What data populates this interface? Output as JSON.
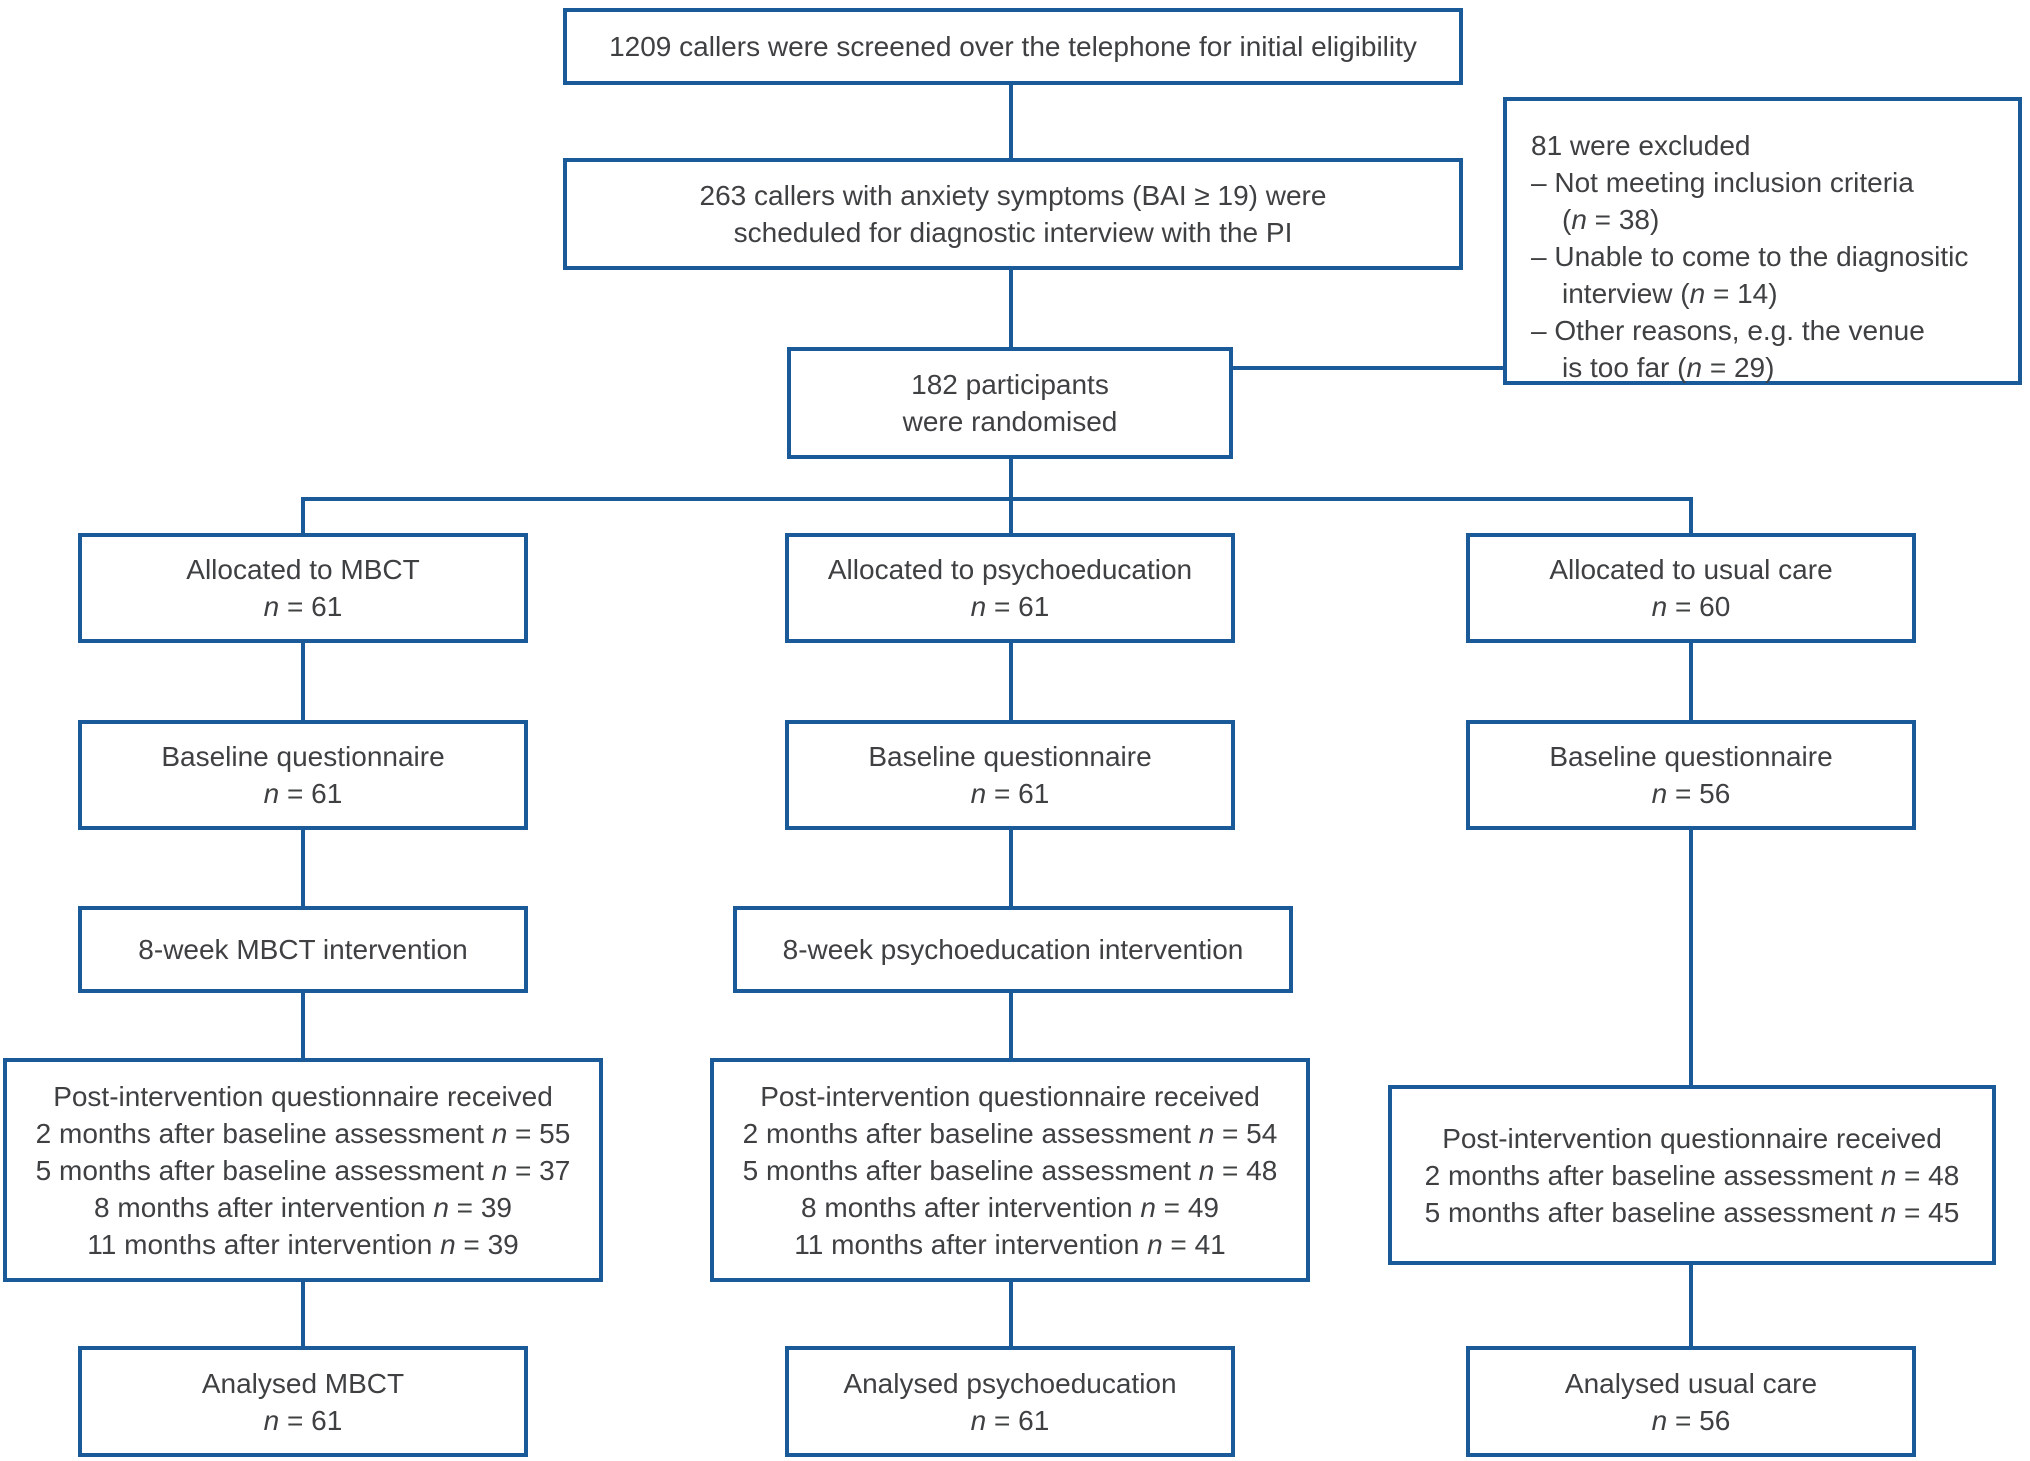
{
  "palette": {
    "line_blue": "#1a5a99",
    "text_color": "#3f4042",
    "background": "#ffffff"
  },
  "flow": {
    "screened": {
      "text": "1209 callers were screened over the telephone for initial eligibility"
    },
    "scheduled": {
      "line1": "263 callers with anxiety symptoms (BAI ≥ 19) were",
      "line2": "scheduled for diagnostic interview with the PI"
    },
    "excluded": {
      "title": "81 were excluded",
      "rows": [
        [
          {
            "t": "– Not meeting inclusion criteria"
          }
        ],
        [
          {
            "t": "("
          },
          {
            "t": "n",
            "it": true
          },
          {
            "t": " = 38)"
          }
        ],
        [
          {
            "t": "– Unable to come to the diagnositic"
          }
        ],
        [
          {
            "t": "interview ("
          },
          {
            "t": "n",
            "it": true
          },
          {
            "t": " = 14)"
          }
        ],
        [
          {
            "t": "– Other reasons, e.g. the venue"
          }
        ],
        [
          {
            "t": "is too far ("
          },
          {
            "t": "n",
            "it": true
          },
          {
            "t": " = 29)"
          }
        ]
      ]
    },
    "randomised": {
      "line1": "182 participants",
      "line2": "were randomised"
    },
    "columns": [
      {
        "key": "mbct",
        "allocated": {
          "label": "Allocated to MBCT",
          "n": [
            {
              "t": "n",
              "it": true
            },
            {
              "t": " = 61"
            }
          ]
        },
        "baseline": {
          "label": "Baseline questionnaire",
          "n": [
            {
              "t": "n",
              "it": true
            },
            {
              "t": " = 61"
            }
          ]
        },
        "intervention": {
          "label": "8-week MBCT intervention"
        },
        "post": {
          "title": "Post-intervention questionnaire received",
          "lines": [
            [
              {
                "t": "2 months after baseline assessment "
              },
              {
                "t": "n",
                "it": true
              },
              {
                "t": " = 55"
              }
            ],
            [
              {
                "t": "5 months after baseline assessment "
              },
              {
                "t": "n",
                "it": true
              },
              {
                "t": " = 37"
              }
            ],
            [
              {
                "t": "8 months after intervention "
              },
              {
                "t": "n",
                "it": true
              },
              {
                "t": " = 39"
              }
            ],
            [
              {
                "t": "11 months after intervention "
              },
              {
                "t": "n",
                "it": true
              },
              {
                "t": " = 39"
              }
            ]
          ]
        },
        "analysed": {
          "label": "Analysed MBCT",
          "n": [
            {
              "t": "n",
              "it": true
            },
            {
              "t": " = 61"
            }
          ]
        }
      },
      {
        "key": "psychoeducation",
        "allocated": {
          "label": "Allocated to psychoeducation",
          "n": [
            {
              "t": "n",
              "it": true
            },
            {
              "t": " = 61"
            }
          ]
        },
        "baseline": {
          "label": "Baseline questionnaire",
          "n": [
            {
              "t": "n",
              "it": true
            },
            {
              "t": " = 61"
            }
          ]
        },
        "intervention": {
          "label": "8-week psychoeducation intervention"
        },
        "post": {
          "title": "Post-intervention questionnaire received",
          "lines": [
            [
              {
                "t": "2 months after baseline assessment "
              },
              {
                "t": "n",
                "it": true
              },
              {
                "t": " = 54"
              }
            ],
            [
              {
                "t": "5 months after baseline assessment "
              },
              {
                "t": "n",
                "it": true
              },
              {
                "t": " = 48"
              }
            ],
            [
              {
                "t": "8 months after intervention "
              },
              {
                "t": "n",
                "it": true
              },
              {
                "t": " = 49"
              }
            ],
            [
              {
                "t": "11 months after intervention "
              },
              {
                "t": "n",
                "it": true
              },
              {
                "t": " = 41"
              }
            ]
          ]
        },
        "analysed": {
          "label": "Analysed psychoeducation",
          "n": [
            {
              "t": "n",
              "it": true
            },
            {
              "t": " = 61"
            }
          ]
        }
      },
      {
        "key": "usual-care",
        "allocated": {
          "label": "Allocated to usual care",
          "n": [
            {
              "t": "n",
              "it": true
            },
            {
              "t": " = 60"
            }
          ]
        },
        "baseline": {
          "label": "Baseline questionnaire",
          "n": [
            {
              "t": "n",
              "it": true
            },
            {
              "t": " = 56"
            }
          ]
        },
        "post": {
          "title": "Post-intervention questionnaire received",
          "lines": [
            [
              {
                "t": "2 months after baseline assessment "
              },
              {
                "t": "n",
                "it": true
              },
              {
                "t": " = 48"
              }
            ],
            [
              {
                "t": "5 months after baseline assessment "
              },
              {
                "t": "n",
                "it": true
              },
              {
                "t": " = 45"
              }
            ]
          ]
        },
        "analysed": {
          "label": "Analysed usual care",
          "n": [
            {
              "t": "n",
              "it": true
            },
            {
              "t": " = 56"
            }
          ]
        }
      }
    ]
  }
}
